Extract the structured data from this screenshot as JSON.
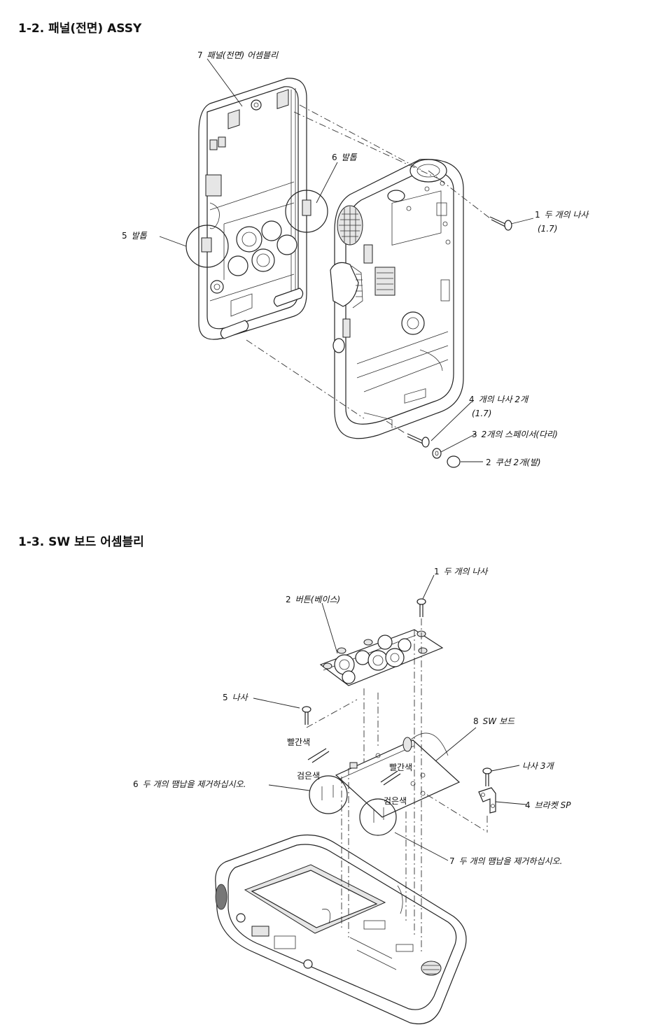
{
  "section1": {
    "title": "1-2. 패널(전면) ASSY",
    "callouts": [
      {
        "num": "7",
        "text": "패널(전면) 어셈블리"
      },
      {
        "num": "6",
        "text": "발톱"
      },
      {
        "num": "5",
        "text": "발톱"
      },
      {
        "num": "1",
        "text": "두 개의 나사",
        "sub": "(1.7)"
      },
      {
        "num": "4",
        "text": "개의 나사 2개",
        "sub": "(1.7)"
      },
      {
        "num": "3",
        "text": "2개의 스페이서(다리)"
      },
      {
        "num": "2",
        "text": "쿠션 2개(발)"
      }
    ]
  },
  "section2": {
    "title": "1-3. SW 보드 어셈블리",
    "callouts": [
      {
        "num": "1",
        "text": "두 개의 나사"
      },
      {
        "num": "2",
        "text": "버튼(베이스)"
      },
      {
        "num": "5",
        "text": "나사"
      },
      {
        "num": "8",
        "text": "SW 보드"
      },
      {
        "num": "",
        "text": "나사 3개"
      },
      {
        "num": "4",
        "text": "브라켓 SP"
      },
      {
        "num": "6",
        "text": "두 개의 땜납을 제거하십시오."
      },
      {
        "num": "7",
        "text": "두 개의 땜납을 제거하십시오."
      }
    ],
    "wire_labels": {
      "red_left": "빨간색",
      "black_left": "검은색",
      "red_right": "빨간색",
      "black_right": "검은색"
    }
  }
}
